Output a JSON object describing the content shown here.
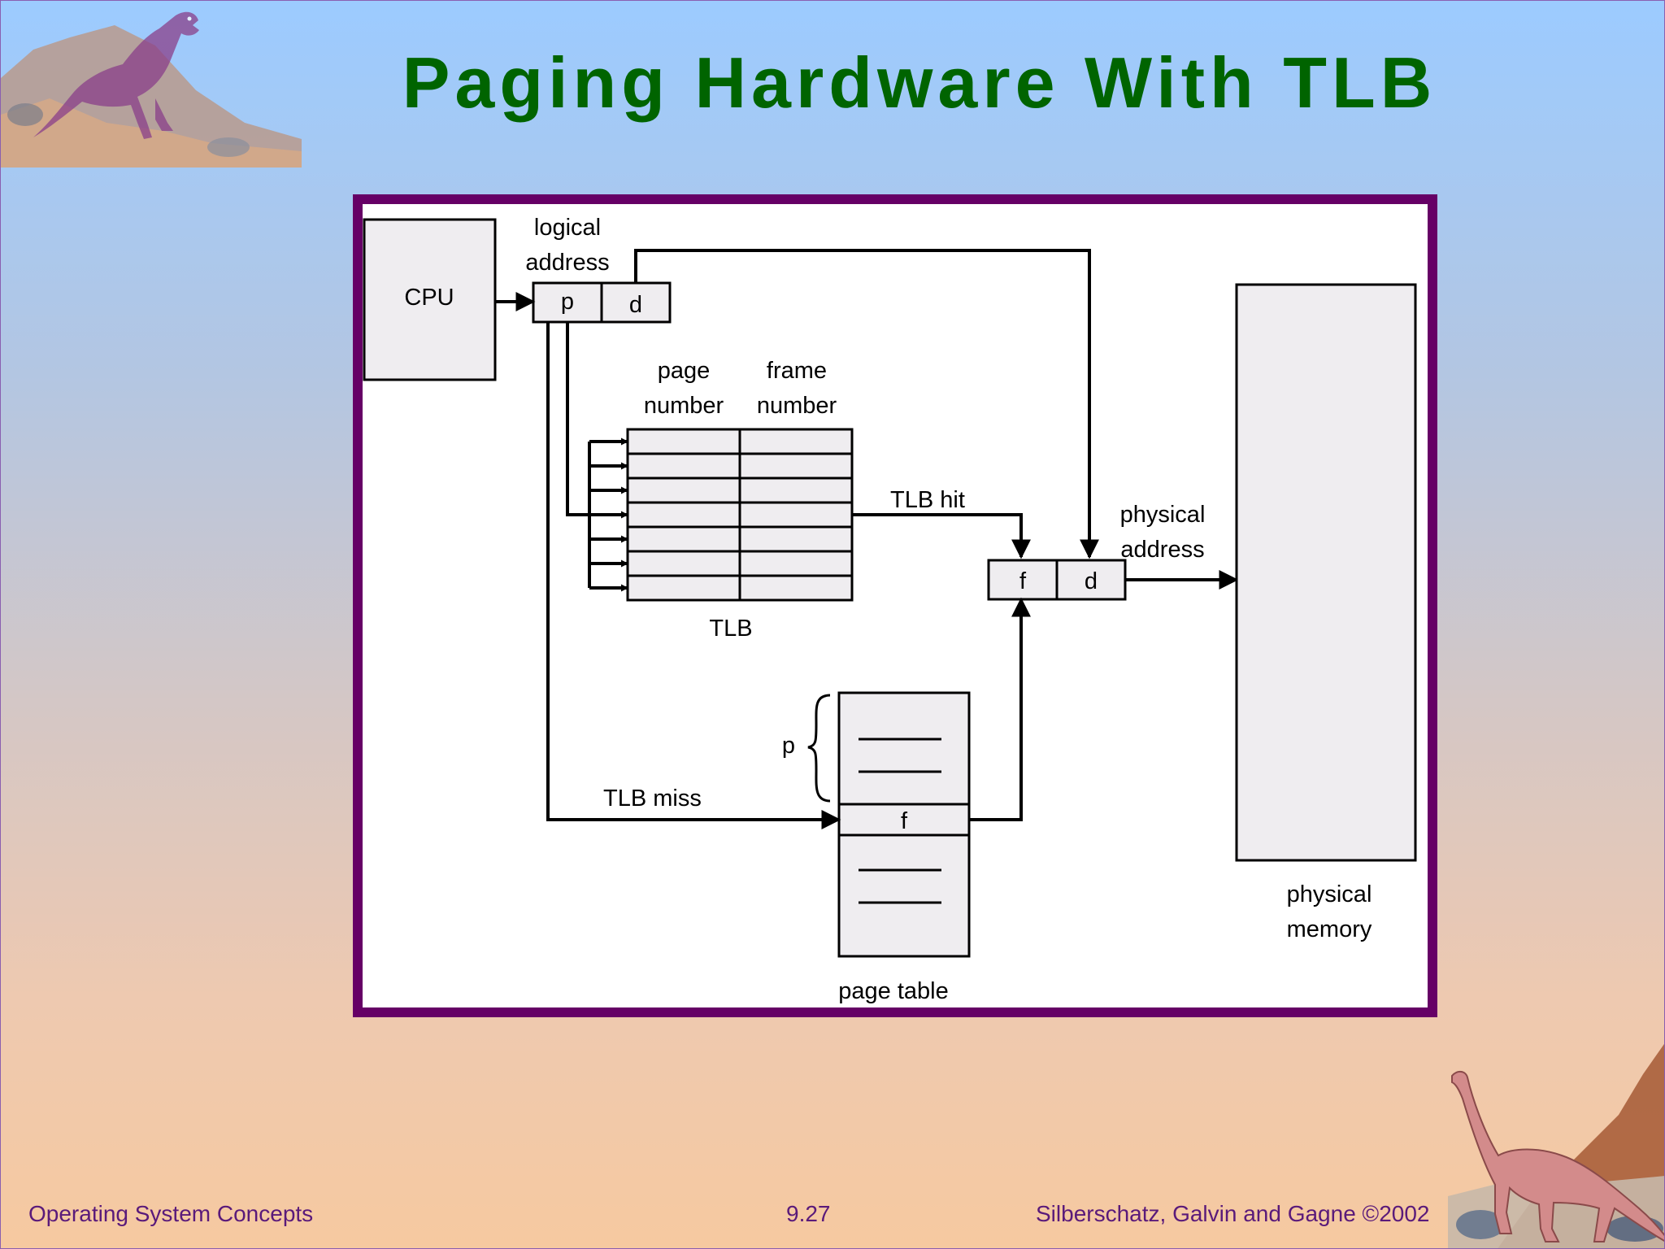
{
  "slide": {
    "title": "Paging Hardware With TLB",
    "footer_left": "Operating System Concepts",
    "footer_center": "9.27",
    "footer_right": "Silberschatz, Galvin and  Gagne ©2002"
  },
  "diagram": {
    "cpu_label": "CPU",
    "logical_address_line1": "logical",
    "logical_address_line2": "address",
    "logical_p": "p",
    "logical_d": "d",
    "tlb_col_page_line1": "page",
    "tlb_col_page_line2": "number",
    "tlb_col_frame_line1": "frame",
    "tlb_col_frame_line2": "number",
    "tlb_label": "TLB",
    "tlb_hit_label": "TLB hit",
    "tlb_miss_label": "TLB miss",
    "physical_address_line1": "physical",
    "physical_address_line2": "address",
    "physical_f": "f",
    "physical_d": "d",
    "page_table_p": "p",
    "page_table_f": "f",
    "page_table_label": "page table",
    "physical_memory_line1": "physical",
    "physical_memory_line2": "memory"
  },
  "colors": {
    "title": "#006400",
    "frame_border": "#660066",
    "box_fill": "#efedf0",
    "footer_text": "#5a1a7a"
  },
  "icons": {
    "top_left": "t-rex-dinosaur-icon",
    "bottom_right": "brachiosaurus-dinosaur-icon"
  }
}
